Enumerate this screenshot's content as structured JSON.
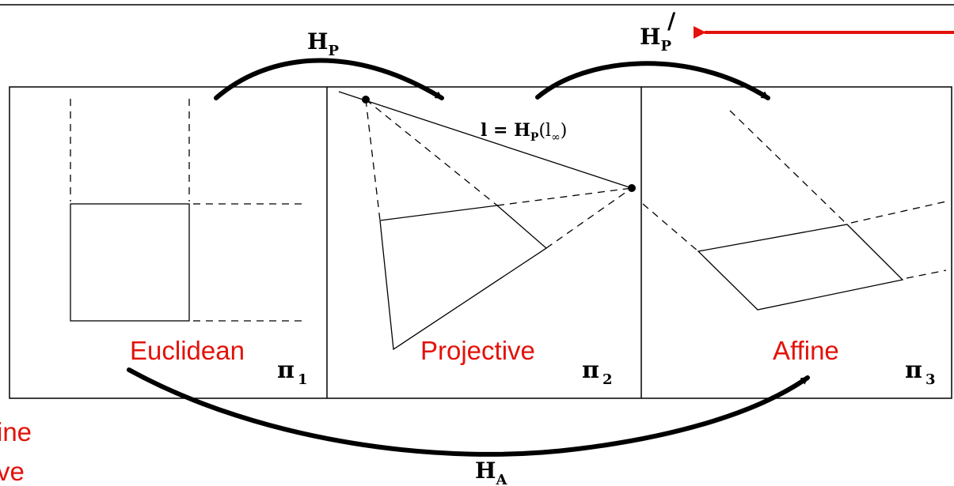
{
  "colors": {
    "annotation": "#e3120b",
    "line": "#000000",
    "background": "#ffffff"
  },
  "transforms": {
    "hp_main": "H",
    "hp_sub": "P",
    "hp_prime_main": "H",
    "hp_prime_sub": "P",
    "hp_prime_mark": "/",
    "ha_main": "H",
    "ha_sub": "A"
  },
  "line_label": {
    "lhs": "l = ",
    "h": "H",
    "h_sub": "P",
    "paren_open": "(l",
    "inf_sub": "∞",
    "paren_close": ")"
  },
  "panels": [
    {
      "name": "Euclidean",
      "pi": "π",
      "pi_sub": "1"
    },
    {
      "name": "Projective",
      "pi": "π",
      "pi_sub": "2"
    },
    {
      "name": "Affine",
      "pi": "π",
      "pi_sub": "3"
    }
  ],
  "left_cutoff": {
    "line1": "ine",
    "line2": "ve"
  }
}
